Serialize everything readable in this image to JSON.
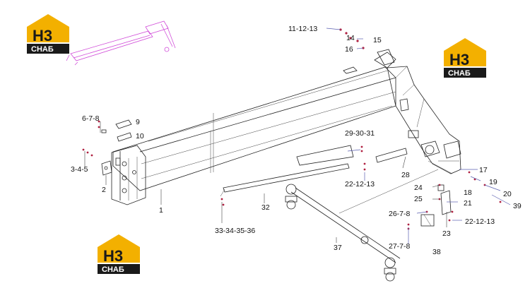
{
  "logo": {
    "mark": "H3",
    "word": "CHAБ",
    "color_yellow": "#f3b000",
    "color_dark": "#1a1a1a"
  },
  "callouts": {
    "c1": "1",
    "c2": "2",
    "c345": "3-4-5",
    "c678": "6-7-8",
    "c9": "9",
    "c10": "10",
    "c111213": "11-12-13",
    "c14": "14",
    "c15": "15",
    "c16": "16",
    "c17": "17",
    "c18": "18",
    "c19": "19",
    "c20": "20",
    "c21": "21",
    "c221213a": "22-12-13",
    "c221213b": "22-12-13",
    "c23": "23",
    "c24": "24",
    "c25": "25",
    "c2678": "26-7-8",
    "c2778": "27-7-8",
    "c28": "28",
    "c293031": "29-30-31",
    "c32": "32",
    "c33343536": "33-34-35-36",
    "c37": "37",
    "c38": "38",
    "c39": "39"
  },
  "colors": {
    "thumbnail": "#d04ad8",
    "leader": "#5a5fb0",
    "bolt": "#b02040"
  }
}
